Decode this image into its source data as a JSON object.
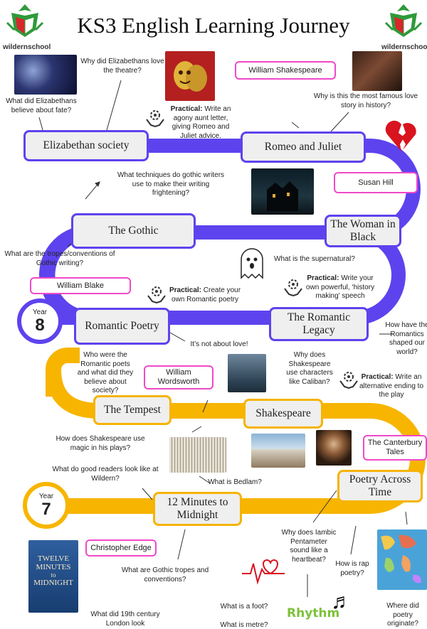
{
  "header": {
    "title": "KS3 English Learning Journey",
    "logo_text": "wildernschool"
  },
  "years": [
    {
      "label": "Year",
      "number": "8"
    },
    {
      "label": "Year",
      "number": "7"
    }
  ],
  "units": {
    "elizabethan": "Elizabethan society",
    "romeo": "Romeo and Juliet",
    "gothic": "The Gothic",
    "woman": "The Woman in Black",
    "romantic_poetry": "Romantic Poetry",
    "romantic_legacy": "The Romantic Legacy",
    "tempest": "The Tempest",
    "shakespeare": "Shakespeare",
    "twelve_minutes": "12 Minutes to Midnight",
    "poetry_across_time": "Poetry Across Time"
  },
  "authors": {
    "shakespeare": "William Shakespeare",
    "susan_hill": "Susan Hill",
    "blake": "William Blake",
    "wordsworth": "William Wordsworth",
    "canterbury": "The Canterbury Tales",
    "edge": "Christopher Edge"
  },
  "questions": {
    "love_theatre": "Why did Elizabethans love the theatre?",
    "fate": "What did Elizabethans believe about fate?",
    "famous_love": "Why is this the most famous love story in history?",
    "gothic_techniques": "What techniques do gothic writers use to make their writing frightening?",
    "tropes": "What are the tropes/conventions of Gothic writing?",
    "supernatural": "What is the supernatural?",
    "romantics_shaped": "How have the Romantics shaped our world?",
    "not_love": "It’s not about love!",
    "romantic_poets": "Who were the Romantic poets and what did they believe about society?",
    "caliban": "Why does Shakespeare use characters like Caliban?",
    "magic": "How does Shakespeare use magic in his plays?",
    "good_readers": "What do good readers look like at Wildern?",
    "bedlam": "What is Bedlam?",
    "iambic": "Why does Iambic Pentameter sound like a heartbeat?",
    "rap": "How is rap poetry?",
    "gothic_conventions": "What are Gothic tropes and conventions?",
    "victorian_london": "What did 19th century London look",
    "foot": "What is a foot?",
    "metre": "What is metre?",
    "poetry_originate": "Where did poetry originate?"
  },
  "practicals": {
    "label": "Practical:",
    "agony": "Write an agony aunt letter, giving Romeo and Juliet advice.",
    "history": "Write your own powerful, ‘history making’ speech",
    "romantic": "Create your own Romantic poetry",
    "alternative": "Write an alternative ending to the play"
  },
  "book_cover": {
    "line1": "TWELVE",
    "line2": "MINUTES",
    "line3": "to",
    "line4": "MIDNIGHT"
  },
  "rhythm_word": "Rhythm",
  "colors": {
    "purple_track": "#5d43ee",
    "yellow_track": "#f7b500",
    "pink_border": "#f049c8",
    "logo_red": "#d9262b",
    "logo_green": "#2f9a3a"
  }
}
